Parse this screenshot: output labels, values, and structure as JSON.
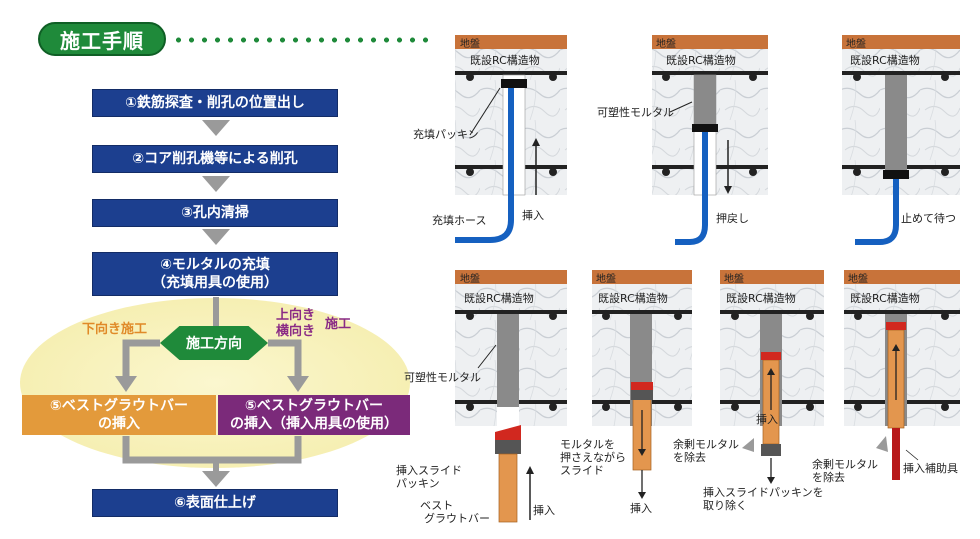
{
  "title": "施工手順",
  "steps": {
    "s1": "①鉄筋探査・削孔の位置出し",
    "s2": "②コア削孔機等による削孔",
    "s3": "③孔内清掃",
    "s4_line1": "④モルタルの充填",
    "s4_line2": "（充填用具の使用）",
    "s6": "⑥表面仕上げ"
  },
  "branch": {
    "direction": "施工方向",
    "down_label": "下向き施工",
    "up_label_1": "上向き",
    "up_label_2": "横向き",
    "up_label_3": "施工",
    "left_box_line1": "⑤ベストグラウトバー",
    "left_box_line2": "の挿入",
    "right_box_line1": "⑤ベストグラウトバー",
    "right_box_line2": "の挿入（挿入用具の使用）"
  },
  "panels": {
    "ground": "地盤",
    "structure": "既設RC構造物"
  },
  "labels": {
    "packing": "充填パッキン",
    "hose": "充填ホース",
    "insert": "挿入",
    "plastic_mortar": "可塑性モルタル",
    "push_back": "押戻し",
    "stop_wait": "止めて待つ",
    "plastic_mortar2": "可塑性モルタル",
    "slide_packing_1": "挿入スライド",
    "slide_packing_2": "パッキン",
    "best_1": "ベスト",
    "best_2": "グラウトバー",
    "insert2": "挿入",
    "hold_1": "モルタルを",
    "hold_2": "押さえながら",
    "hold_3": "スライド",
    "insert3": "挿入",
    "excess_1": "余剰モルタル",
    "excess_2": "を除去",
    "insert4": "挿入",
    "remove_packing_1": "挿入スライドパッキンを",
    "remove_packing_2": "取り除く",
    "excess2_1": "余剰モルタル",
    "excess2_2": "を除去",
    "aux_tool": "挿入補助具"
  },
  "colors": {
    "step_blue": "#1c3f8f",
    "green": "#1f8a3a",
    "orange": "#e39a3b",
    "purple": "#7b2a7a",
    "ground": "#c8733a",
    "hose_blue": "#1560c0",
    "bar_orange": "#e3964e",
    "packing_red": "#d1281f"
  }
}
